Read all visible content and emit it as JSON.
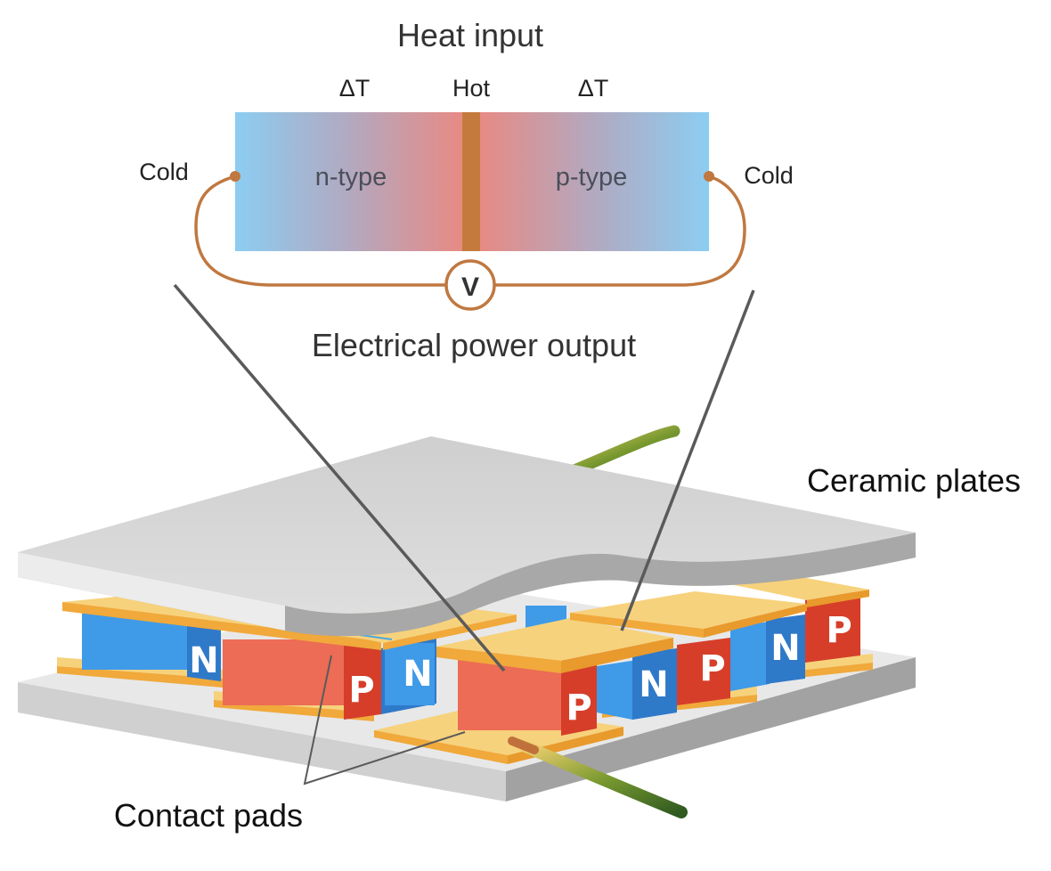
{
  "labels": {
    "heat_input": "Heat input",
    "delta_t_left": "ΔT",
    "hot": "Hot",
    "delta_t_right": "ΔT",
    "cold_left": "Cold",
    "cold_right": "Cold",
    "n_type": "n-type",
    "p_type": "p-type",
    "voltmeter": "V",
    "power_output": "Electrical power output",
    "ceramic_plates": "Ceramic plates",
    "contact_pads": "Contact pads"
  },
  "tiles": {
    "n": "N",
    "p": "P"
  },
  "colors": {
    "cold_blue": "#8ccdf2",
    "hot_red": "#e88a84",
    "hot_strip": "#c47a3c",
    "wire": "#c07840",
    "n_leg": "#3f9ae8",
    "p_leg": "#ec6c55",
    "pad": "#f7d27c",
    "pad_edge": "#f0a93a",
    "ceramic": "#d8d8d8",
    "text": "#333333"
  }
}
